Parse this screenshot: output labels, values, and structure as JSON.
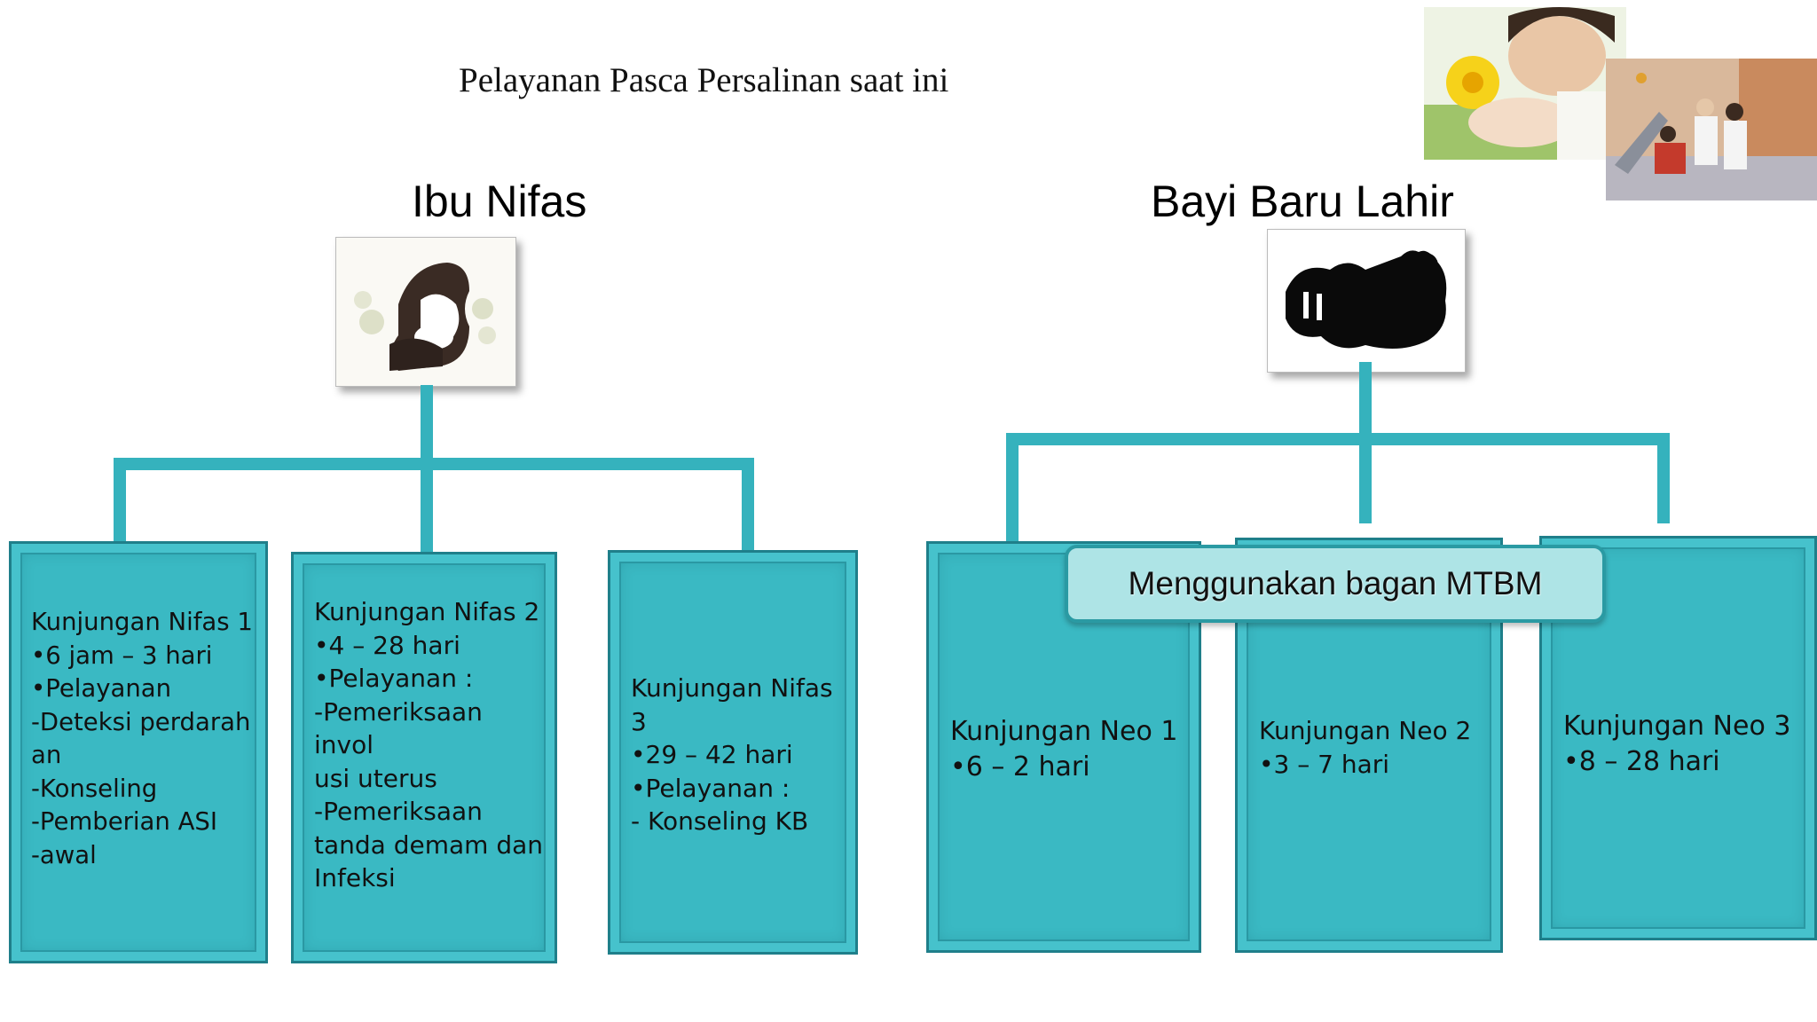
{
  "title": "Pelayanan Pasca Persalinan saat ini",
  "left_section": {
    "heading": "Ibu Nifas",
    "boxes": [
      {
        "text": "Kunjungan Nifas 1\n•6 jam – 3 hari\n•Pelayanan\n-Deteksi perdarah\nan\n-Konseling\n-Pemberian ASI\n-awal"
      },
      {
        "text": "Kunjungan Nifas 2\n•4  – 28  hari\n•Pelayanan :\n-Pemeriksaan invol\nusi uterus\n-Pemeriksaan\ntanda demam dan\nInfeksi"
      },
      {
        "text": "Kunjungan Nifas 3\n•29 – 42  hari\n•Pelayanan :\n- Konseling KB"
      }
    ]
  },
  "right_section": {
    "heading": "Bayi Baru Lahir",
    "banner": "Menggunakan bagan MTBM",
    "boxes": [
      {
        "text": "Kunjungan Neo 1\n•6 –  2 hari"
      },
      {
        "text": "Kunjungan Neo 2\n•3 – 7 hari"
      },
      {
        "text": "Kunjungan Neo 3\n•8 – 28 hari"
      }
    ]
  },
  "colors": {
    "box_fill": "#3ab9c3",
    "box_border": "#1f7f8a",
    "connector": "#35b2bd",
    "banner_fill": "#aee4e6"
  }
}
